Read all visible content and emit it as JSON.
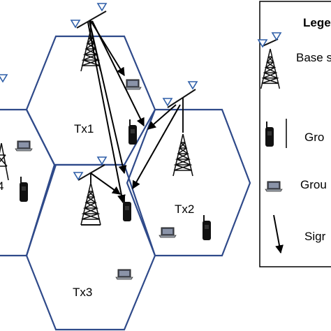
{
  "towers": [
    {
      "label": "Tx1"
    },
    {
      "label": "Tx2"
    },
    {
      "label": "Tx3"
    },
    {
      "label": "4"
    }
  ],
  "legend": {
    "title": "Lege",
    "items": [
      {
        "label": "Base s",
        "icon": "tower-icon"
      },
      {
        "label": "Gro",
        "icon": "radio-icon"
      },
      {
        "label": "Grou",
        "icon": "laptop-icon"
      },
      {
        "label": "Sigr",
        "icon": "arrow-icon"
      }
    ]
  },
  "colors": {
    "cell_border": "#2f4a8a",
    "antenna": "#2f5fa8"
  }
}
